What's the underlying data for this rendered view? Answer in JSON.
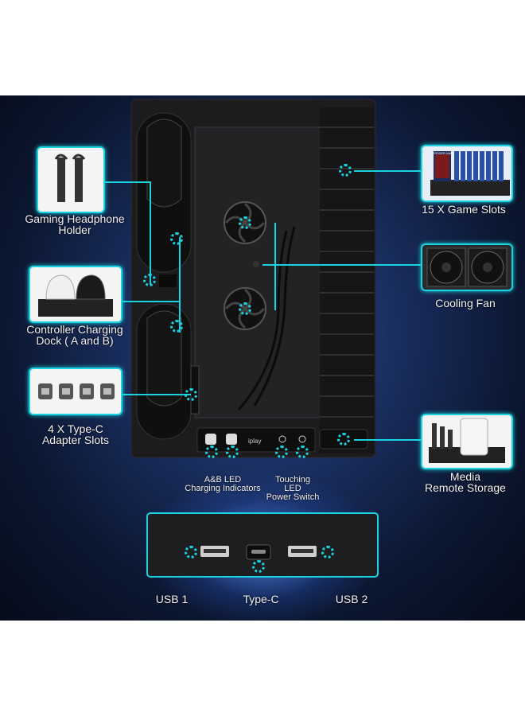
{
  "labels": {
    "game_slots": "15 X Game Slots",
    "headphone_holder": "Gaming Headphone\nHolder",
    "cooling_fan": "Cooling Fan",
    "charging_dock": "Controller Charging\nDock ( A and B)",
    "adapter_slots": "4 X Type-C\nAdapter Slots",
    "media_storage": "Media\nRemote Storage",
    "led_indicators": "A&B LED\nCharging Indicators",
    "power_switch": "Touching\nLED\nPower Switch",
    "usb1": "USB 1",
    "typec": "Type-C",
    "usb2": "USB 2"
  },
  "brand": "iplay",
  "game_case_text": "SPIDER-MAN",
  "colors": {
    "accent": "#19d4e0",
    "device": "#1c1c1e",
    "background_dark": "#0b1630"
  }
}
